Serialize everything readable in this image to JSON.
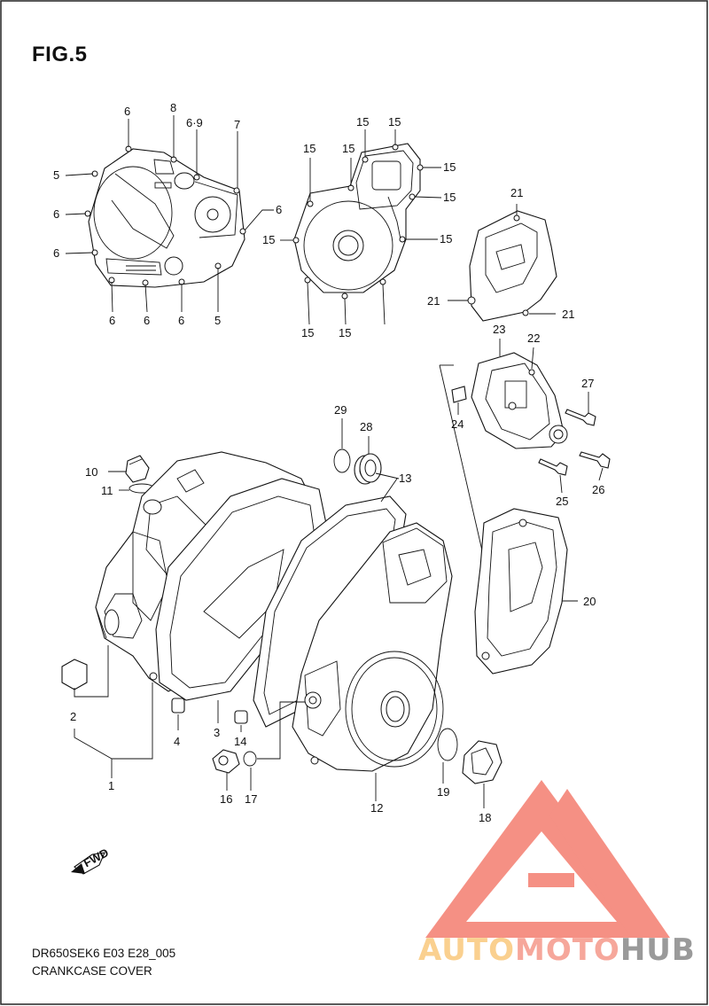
{
  "figure": {
    "title": "FIG.5"
  },
  "footer": {
    "model_code": "DR650SEK6 E03 E28_005",
    "name": "CRANKCASE COVER"
  },
  "brand": {
    "part1": "AUTO",
    "part2": "MOTO",
    "part3": "HUB"
  },
  "fwd_label": "FWD",
  "colors": {
    "brand_orange": "#fad08f",
    "brand_pink": "#f6a79b",
    "brand_gray": "#9a9a9a",
    "watermark_red": "#f26b5b"
  },
  "callouts": [
    {
      "id": "c6a",
      "text": "6"
    },
    {
      "id": "c8",
      "text": "8"
    },
    {
      "id": "c69",
      "text": "6·9"
    },
    {
      "id": "c7",
      "text": "7"
    },
    {
      "id": "c5a",
      "text": "5"
    },
    {
      "id": "c6b",
      "text": "6"
    },
    {
      "id": "c6c",
      "text": "6"
    },
    {
      "id": "c6d",
      "text": "6"
    },
    {
      "id": "c6e",
      "text": "6"
    },
    {
      "id": "c6f",
      "text": "6"
    },
    {
      "id": "c6g",
      "text": "6"
    },
    {
      "id": "c5b",
      "text": "5"
    },
    {
      "id": "c15a",
      "text": "15"
    },
    {
      "id": "c15b",
      "text": "15"
    },
    {
      "id": "c15c",
      "text": "15"
    },
    {
      "id": "c15d",
      "text": "15"
    },
    {
      "id": "c15e",
      "text": "15"
    },
    {
      "id": "c15f",
      "text": "15"
    },
    {
      "id": "c15g",
      "text": "15"
    },
    {
      "id": "c15h",
      "text": "15"
    },
    {
      "id": "c15i",
      "text": "15"
    },
    {
      "id": "c15j",
      "text": "15"
    },
    {
      "id": "c21a",
      "text": "21"
    },
    {
      "id": "c21b",
      "text": "21"
    },
    {
      "id": "c21c",
      "text": "21"
    },
    {
      "id": "c23",
      "text": "23"
    },
    {
      "id": "c22",
      "text": "22"
    },
    {
      "id": "c27",
      "text": "27"
    },
    {
      "id": "c24",
      "text": "24"
    },
    {
      "id": "c29",
      "text": "29"
    },
    {
      "id": "c28",
      "text": "28"
    },
    {
      "id": "c13",
      "text": "13"
    },
    {
      "id": "c10",
      "text": "10"
    },
    {
      "id": "c11",
      "text": "11"
    },
    {
      "id": "c26",
      "text": "26"
    },
    {
      "id": "c25",
      "text": "25"
    },
    {
      "id": "c20",
      "text": "20"
    },
    {
      "id": "c2",
      "text": "2"
    },
    {
      "id": "c4",
      "text": "4"
    },
    {
      "id": "c3",
      "text": "3"
    },
    {
      "id": "c14",
      "text": "14"
    },
    {
      "id": "c1",
      "text": "1"
    },
    {
      "id": "c16",
      "text": "16"
    },
    {
      "id": "c17",
      "text": "17"
    },
    {
      "id": "c12",
      "text": "12"
    },
    {
      "id": "c19",
      "text": "19"
    },
    {
      "id": "c18",
      "text": "18"
    }
  ]
}
